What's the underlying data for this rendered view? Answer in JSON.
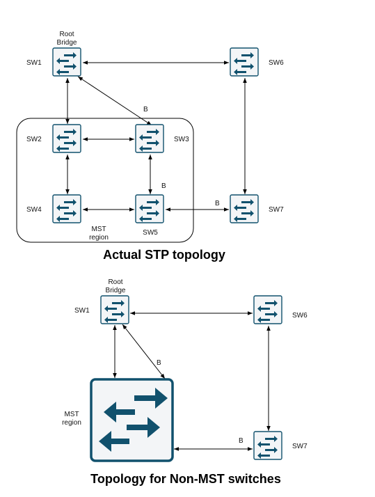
{
  "top": {
    "title": "Actual STP topology",
    "root_label_line1": "Root",
    "root_label_line2": "Bridge",
    "region_label_line1": "MST",
    "region_label_line2": "region",
    "switches": {
      "sw1": "SW1",
      "sw2": "SW2",
      "sw3": "SW3",
      "sw4": "SW4",
      "sw5": "SW5",
      "sw6": "SW6",
      "sw7": "SW7"
    },
    "blocked_marks": {
      "sw1_sw3": "B",
      "sw3_sw5": "B",
      "sw5_sw7": "B"
    }
  },
  "bottom": {
    "title": "Topology for Non-MST switches",
    "root_label_line1": "Root",
    "root_label_line2": "Bridge",
    "region_label_line1": "MST",
    "region_label_line2": "region",
    "switches": {
      "sw1": "SW1",
      "sw6": "SW6",
      "sw7": "SW7"
    },
    "blocked_marks": {
      "sw1_region": "B",
      "region_sw7": "B"
    }
  },
  "colors": {
    "switch_icon": "#11516d",
    "switch_fill": "#f3f5f7",
    "link": "#000000"
  },
  "icons": {
    "switch": "switch-icon",
    "region": "mst-region-switch-icon"
  }
}
